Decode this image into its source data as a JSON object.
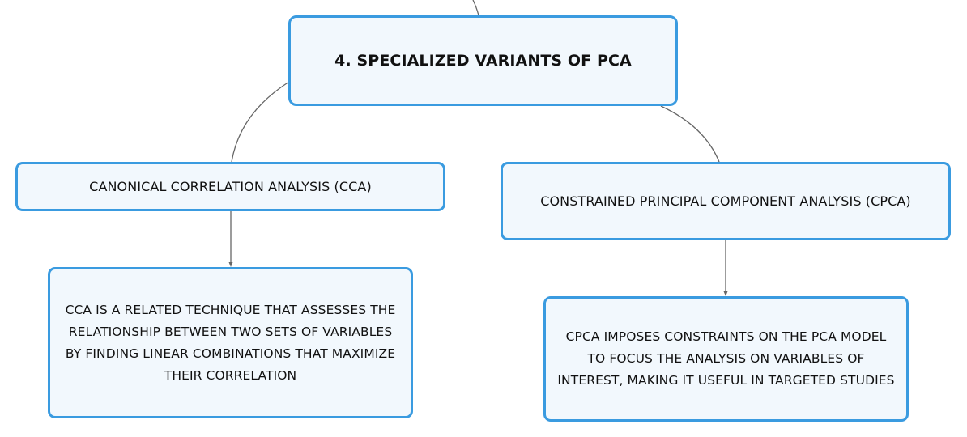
{
  "root": {
    "label": "4. SPECIALIZED VARIANTS OF PCA"
  },
  "topics": [
    {
      "label": "CANONICAL CORRELATION ANALYSIS (CCA)",
      "detail": [
        "CCA IS A RELATED TECHNIQUE THAT ASSESSES THE",
        "RELATIONSHIP BETWEEN TWO SETS OF VARIABLES",
        "BY FINDING LINEAR COMBINATIONS THAT MAXIMIZE",
        "THEIR CORRELATION"
      ]
    },
    {
      "label": "CONSTRAINED PRINCIPAL COMPONENT ANALYSIS (CPCA)",
      "detail": [
        "CPCA IMPOSES CONSTRAINTS ON THE PCA MODEL",
        "TO FOCUS THE ANALYSIS ON VARIABLES OF",
        "INTEREST, MAKING IT USEFUL IN TARGETED STUDIES"
      ]
    }
  ],
  "colors": {
    "node_border": "#3a9be0",
    "node_fill": "#f2f8fd",
    "connector": "#666666"
  }
}
